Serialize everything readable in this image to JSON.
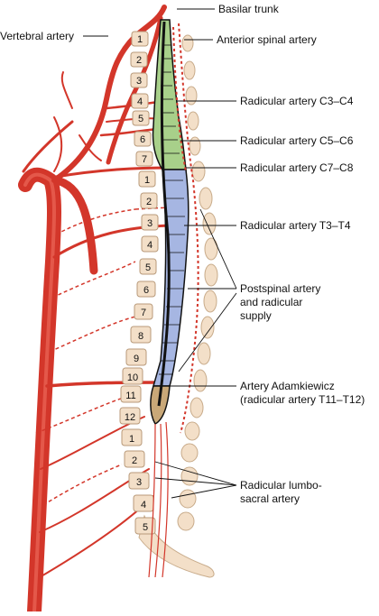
{
  "labels": {
    "basilar": "Basilar trunk",
    "vertebral": "Vertebral artery",
    "anterior_spinal": "Anterior spinal artery",
    "rad_c3c4": "Radicular artery C3–C4",
    "rad_c5c6": "Radicular artery C5–C6",
    "rad_c7c8": "Radicular artery C7–C8",
    "rad_t3t4": "Radicular artery T3–T4",
    "postspinal_1": "Postspinal artery",
    "postspinal_2": "and radicular",
    "postspinal_3": "supply",
    "adamkiewicz_1": "Artery Adamkiewicz",
    "adamkiewicz_2": "(radicular artery T11–T12)",
    "lumbo_1": "Radicular lumbo-",
    "lumbo_2": "sacral artery"
  },
  "vertebrae": {
    "cervical": [
      "1",
      "2",
      "3",
      "4",
      "5",
      "6",
      "7"
    ],
    "thoracic": [
      "1",
      "2",
      "3",
      "4",
      "5",
      "6",
      "7",
      "8",
      "9",
      "10",
      "11",
      "12"
    ],
    "lumbar": [
      "1",
      "2",
      "3",
      "4",
      "5"
    ]
  },
  "colors": {
    "artery": "#e0392a",
    "artery_dark": "#b5231a",
    "cervical_cord": "#a8d08a",
    "thoracic_cord": "#a6b6e2",
    "conus": "#c9a878",
    "bone": "#f3dfc8",
    "bone_stroke": "#b89a7a"
  }
}
